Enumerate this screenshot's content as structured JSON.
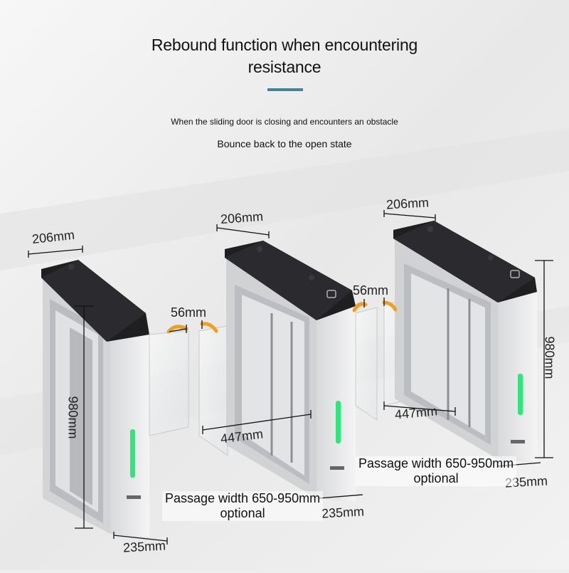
{
  "heading": {
    "line1": "Rebound function when encountering",
    "line2": "resistance",
    "accent_color": "#3f8497"
  },
  "description": {
    "line1": "When the sliding door is closing and encounters an obstacle",
    "line2": "Bounce back to the open state"
  },
  "dimensions": {
    "cabinet_width": "206mm",
    "gap": "56mm",
    "length": "447mm",
    "height": "980mm",
    "base_width": "235mm"
  },
  "notes": {
    "passage_width": "Passage width 650-950mm",
    "optional": "optional"
  },
  "colors": {
    "indicator_green": "#2ee67a",
    "rebound_arrow": "#f0a020",
    "cabinet_top": "#1f1f22",
    "steel": "#c9cbce"
  }
}
